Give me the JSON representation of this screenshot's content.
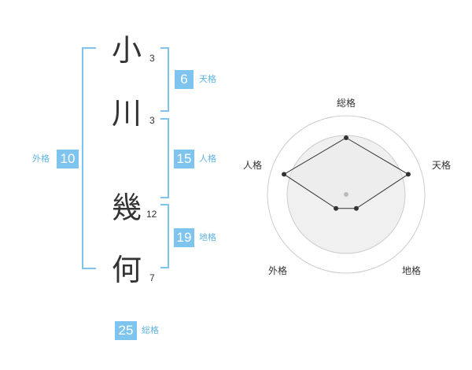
{
  "name": {
    "chars": [
      {
        "char": "小",
        "strokes": "3"
      },
      {
        "char": "川",
        "strokes": "3"
      },
      {
        "char": "幾",
        "strokes": "12"
      },
      {
        "char": "何",
        "strokes": "7"
      }
    ]
  },
  "fortune": {
    "tenkaku": {
      "value": "6",
      "label": "天格"
    },
    "jinkaku": {
      "value": "15",
      "label": "人格"
    },
    "chikaku": {
      "value": "19",
      "label": "地格"
    },
    "gaikaku": {
      "value": "10",
      "label": "外格"
    },
    "soukaku": {
      "value": "25",
      "label": "総格"
    }
  },
  "radar": {
    "axes": [
      "総格",
      "天格",
      "地格",
      "外格",
      "人格"
    ],
    "levels": 4,
    "values": [
      0.72,
      0.83,
      0.22,
      0.22,
      0.83
    ],
    "colors": {
      "line": "#333333",
      "fill": "#f0f0f0",
      "grid": "#cccccc",
      "center": "#bbbbbb"
    }
  },
  "colors": {
    "accent": "#7ec4ee"
  }
}
